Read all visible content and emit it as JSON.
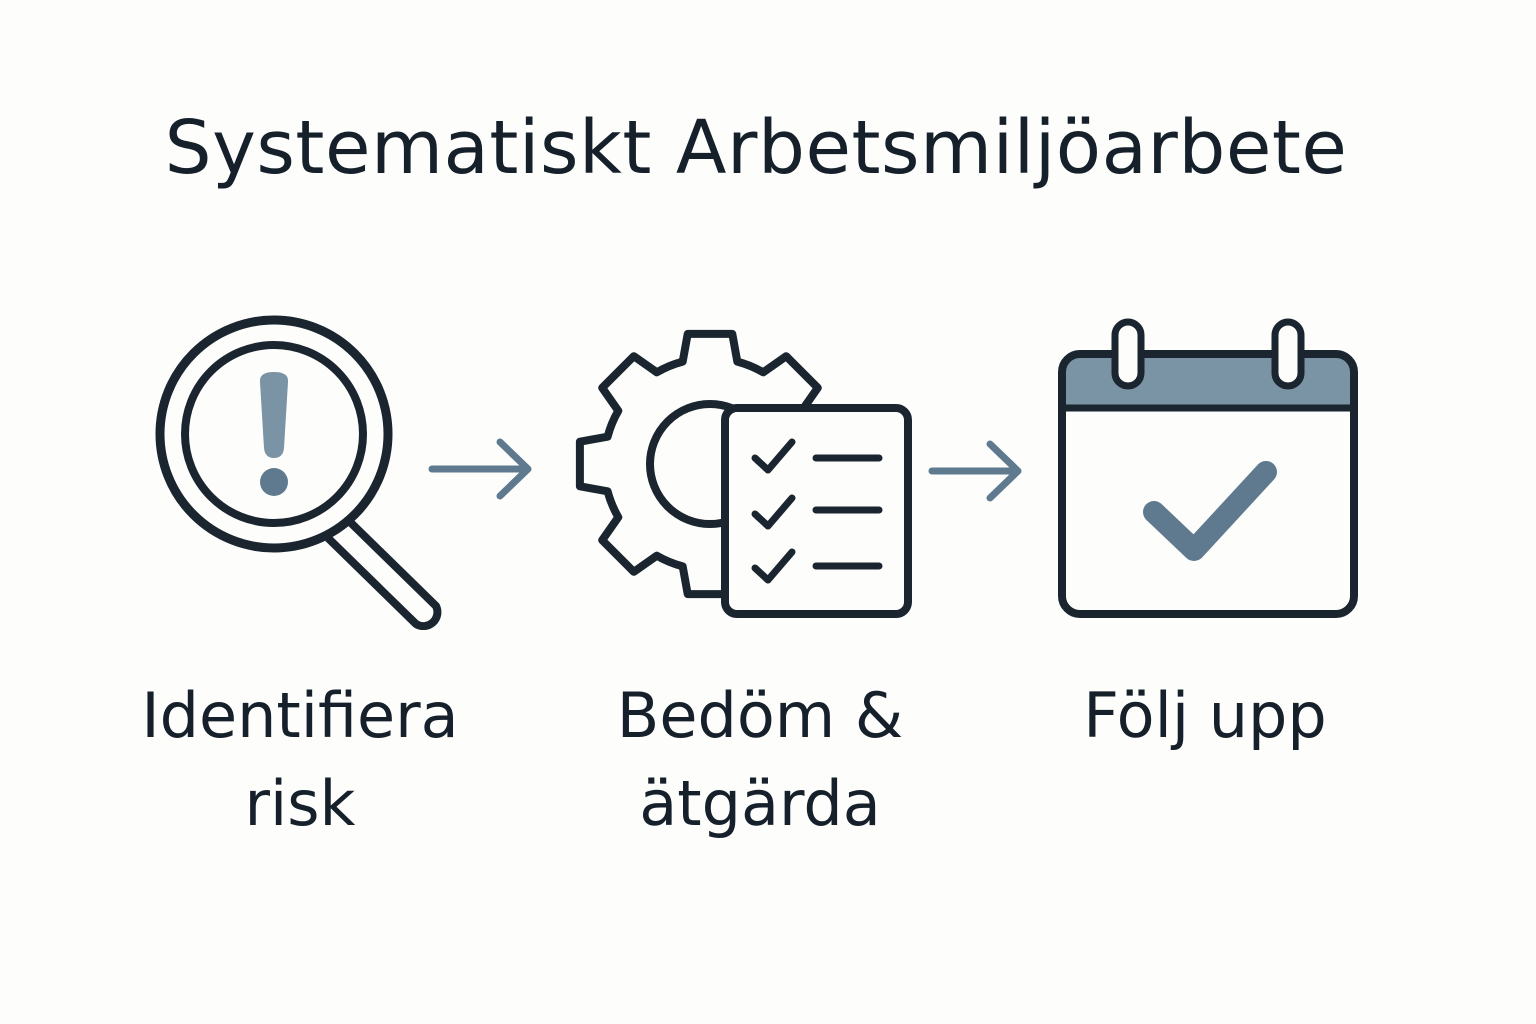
{
  "title": "Systematiskt Arbetsmiljöarbete",
  "steps": [
    {
      "label": "Identifiera\nrisk",
      "icon": "magnifier-warning-icon"
    },
    {
      "label": "Bedöm &\nätgärda",
      "icon": "gear-checklist-icon"
    },
    {
      "label": "Följ upp",
      "icon": "calendar-check-icon"
    }
  ],
  "connectors": [
    "arrow-right-icon",
    "arrow-right-icon"
  ],
  "colors": {
    "stroke": "#1a252f",
    "accent": "#5f7a8f",
    "accent_light": "#7a93a5",
    "background": "#fdfdfc"
  }
}
